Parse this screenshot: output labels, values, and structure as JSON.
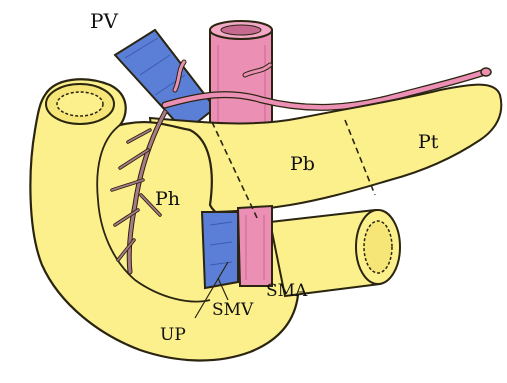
{
  "labels": {
    "pv": "PV",
    "pb": "Pb",
    "pt": "Pt",
    "ph": "Ph",
    "sma": "SMA",
    "smv": "SMV",
    "up": "UP"
  },
  "colors": {
    "pancreas": "#fbf08c",
    "pancreas_shadow": "#f2df5e",
    "outline": "#2a2410",
    "portal_vein": "#5b7fd6",
    "portal_vein_dark": "#3c5bb0",
    "artery": "#ec8fb4",
    "artery_dark": "#c76a91",
    "duct": "#a97a86",
    "background": "#ffffff"
  }
}
